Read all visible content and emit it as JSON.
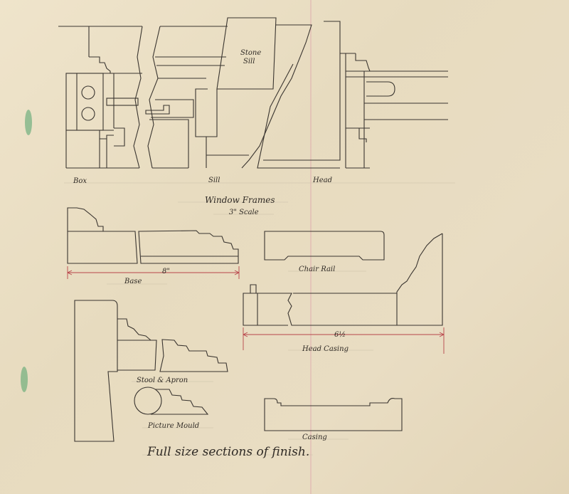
{
  "labels": {
    "stone_sill": "Stone",
    "stone_sill_2": "Sill",
    "box": "Box",
    "sill": "Sill",
    "head": "Head",
    "window_frames": "Window Frames",
    "scale": "3\" Scale",
    "base": "Base",
    "base_dim": "8\"",
    "chair_rail": "Chair Rail",
    "head_casing_dim": "6½",
    "head_casing": "Head Casing",
    "stool_apron": "Stool & Apron",
    "picture_mould": "Picture Mould",
    "casing": "Casing",
    "title": "Full size sections of finish."
  },
  "colors": {
    "paper": "#e9ddc3",
    "ink": "#3a3530",
    "dimension": "#b8454a",
    "margin_line": "#d98aa0"
  }
}
